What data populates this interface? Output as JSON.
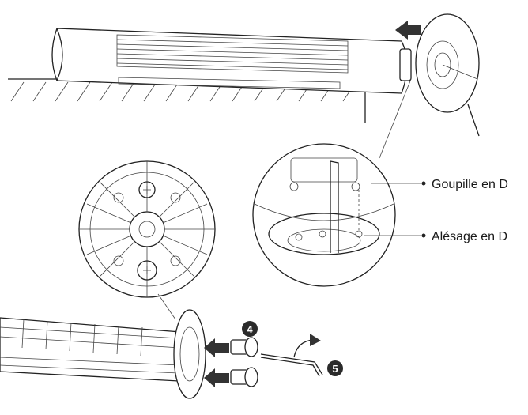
{
  "labels": {
    "d_pin": "Goupille en D",
    "d_bore": "Alésage en D"
  },
  "steps": {
    "screws": "4",
    "key": "5"
  },
  "colors": {
    "line": "#222222",
    "arrow": "#333333",
    "step_badge": "#2b2b2b",
    "background": "#ffffff"
  },
  "icons": {
    "push_arrow": "arrow-left-icon",
    "rotate_arrow": "curved-arrow-icon",
    "screw": "screw-icon",
    "hex_key": "allen-key-icon"
  }
}
